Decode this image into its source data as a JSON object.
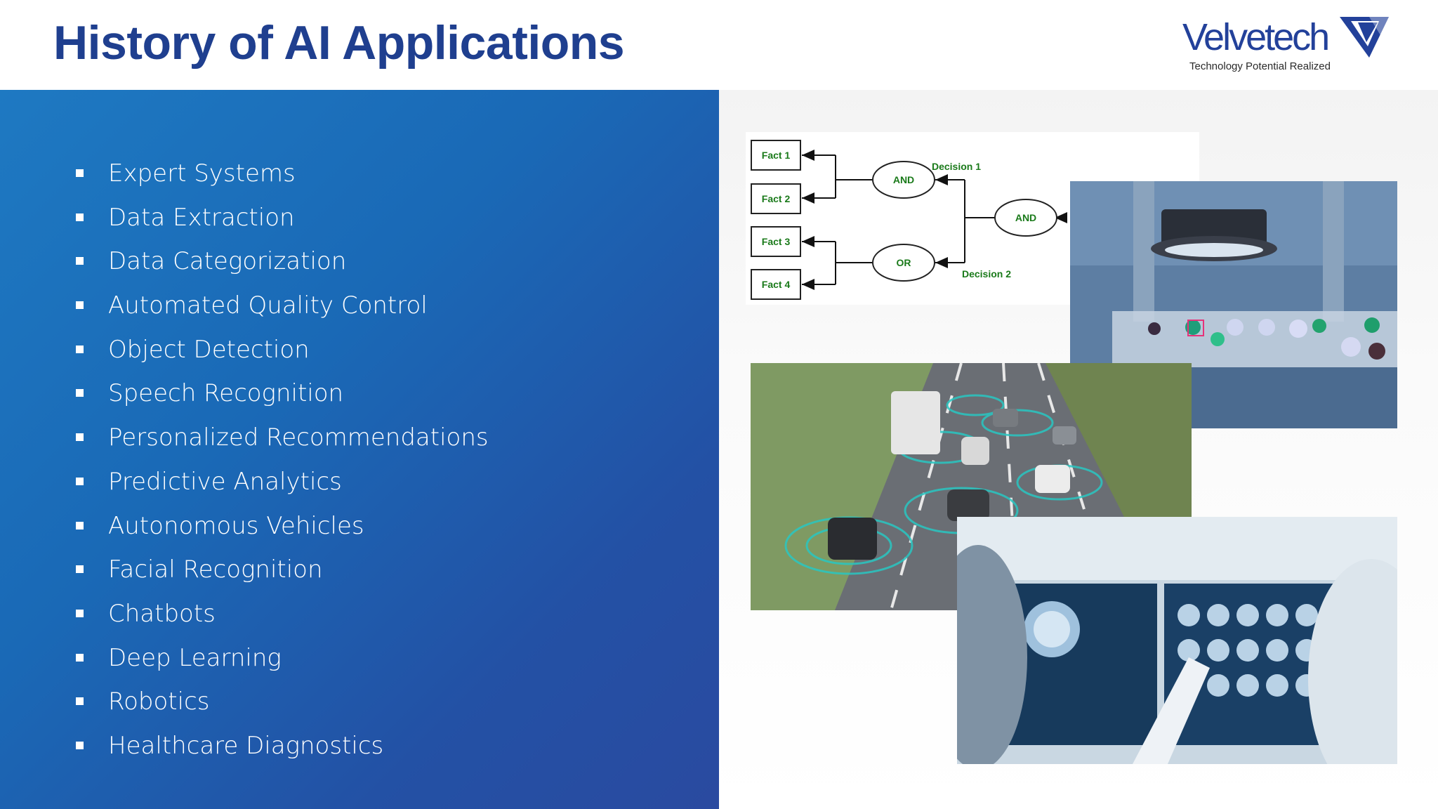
{
  "header": {
    "title": "History of AI Applications",
    "logo": {
      "name": "Velvetech",
      "tagline": "Technology Potential Realized"
    }
  },
  "bullets": [
    "Expert Systems",
    "Data Extraction",
    "Data Categorization",
    "Automated Quality Control",
    "Object Detection",
    "Speech Recognition",
    "Personalized Recommendations",
    "Predictive Analytics",
    "Autonomous Vehicles",
    "Facial Recognition",
    "Chatbots",
    "Deep Learning",
    "Robotics",
    "Healthcare Diagnostics"
  ],
  "diagram": {
    "facts": [
      "Fact 1",
      "Fact 2",
      "Fact 3",
      "Fact 4"
    ],
    "gates": [
      "AND",
      "OR",
      "AND"
    ],
    "decisions": [
      "Decision 1",
      "Decision 2"
    ]
  },
  "images": [
    {
      "icon": "factory-quality-control-image"
    },
    {
      "icon": "autonomous-vehicles-image"
    },
    {
      "icon": "medical-brain-scan-image"
    }
  ],
  "colors": {
    "title": "#1f3f8f",
    "panel_gradient_start": "#1e79c2",
    "panel_gradient_end": "#2a4aa0",
    "diagram_text": "#1a7a1a"
  }
}
